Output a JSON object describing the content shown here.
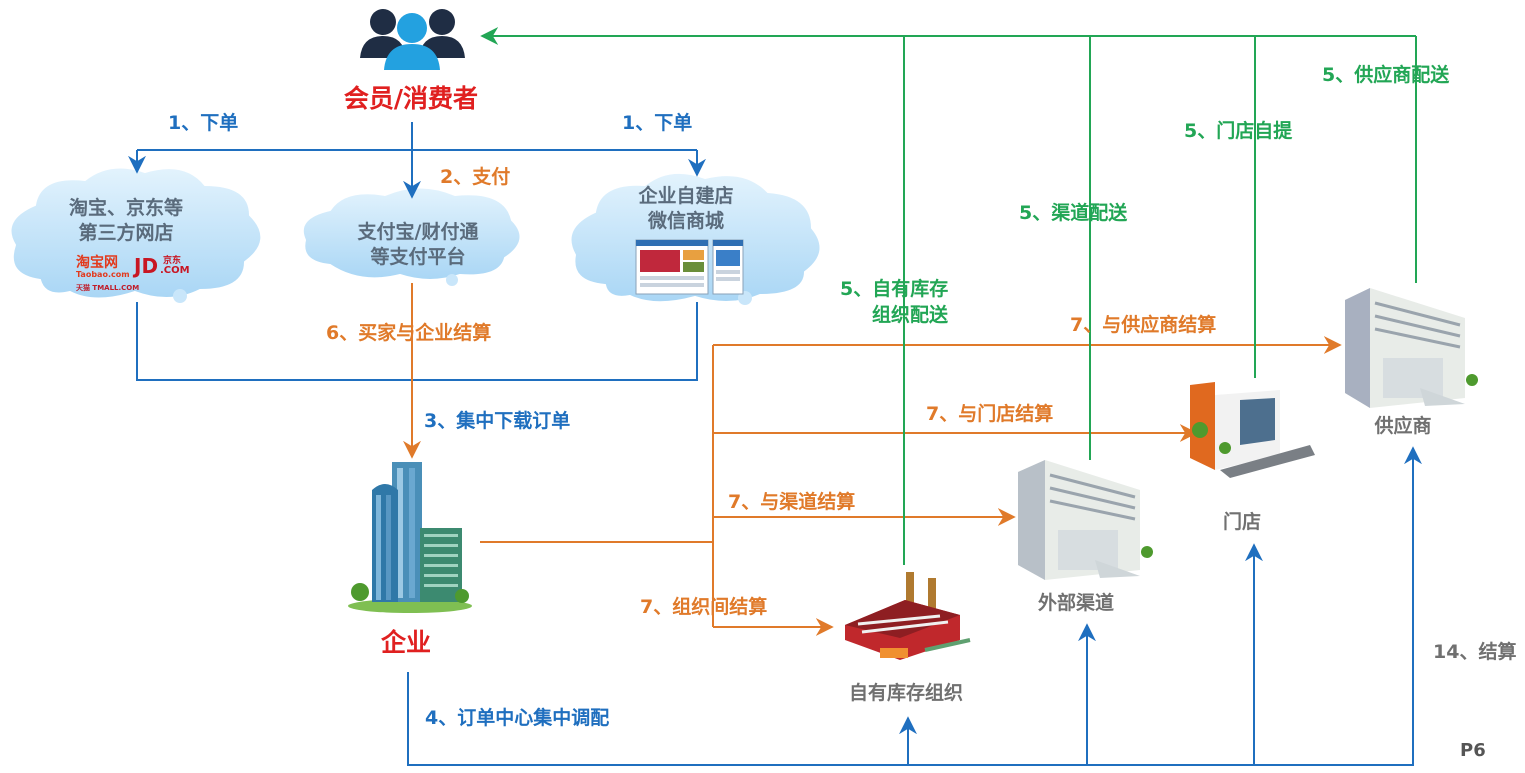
{
  "consumer": {
    "label": "会员/消费者"
  },
  "enterprise": {
    "label": "企业"
  },
  "clouds": {
    "third_party_line1": "淘宝、京东等",
    "third_party_line2": "第三方网店",
    "payment_line1": "支付宝/财付通",
    "payment_line2": "等支付平台",
    "self_store_line1": "企业自建店",
    "self_store_line2": "微信商城"
  },
  "logos": {
    "taobao": "淘宝网",
    "taobao_url": "Taobao.com",
    "tmall": "天猫 TMALL.COM",
    "jd": "JD",
    "jd_sub": "京东",
    "jd_com": ".COM"
  },
  "nodes": {
    "own_inventory": "自有库存组织",
    "external_channel": "外部渠道",
    "store": "门店",
    "supplier": "供应商"
  },
  "steps": {
    "order_left": "1、下单",
    "order_right": "1、下单",
    "pay": "2、支付",
    "download": "3、集中下载订单",
    "dispatch": "4、订单中心集中调配",
    "own_delivery_1": "5、自有库存",
    "own_delivery_2": "组织配送",
    "channel_delivery": "5、渠道配送",
    "store_pickup": "5、门店自提",
    "supplier_delivery": "5、供应商配送",
    "buyer_settle": "6、买家与企业结算",
    "settle_supplier": "7、与供应商结算",
    "settle_store": "7、与门店结算",
    "settle_channel": "7、与渠道结算",
    "settle_org": "7、组织间结算",
    "settle_14": "14、结算"
  },
  "page_number": "P6",
  "colors": {
    "blue": "#1f6fbf",
    "orange": "#e07a2a",
    "green": "#22a655",
    "red": "#e02020",
    "gray": "#707070",
    "cloud": "#c9e6fa"
  }
}
